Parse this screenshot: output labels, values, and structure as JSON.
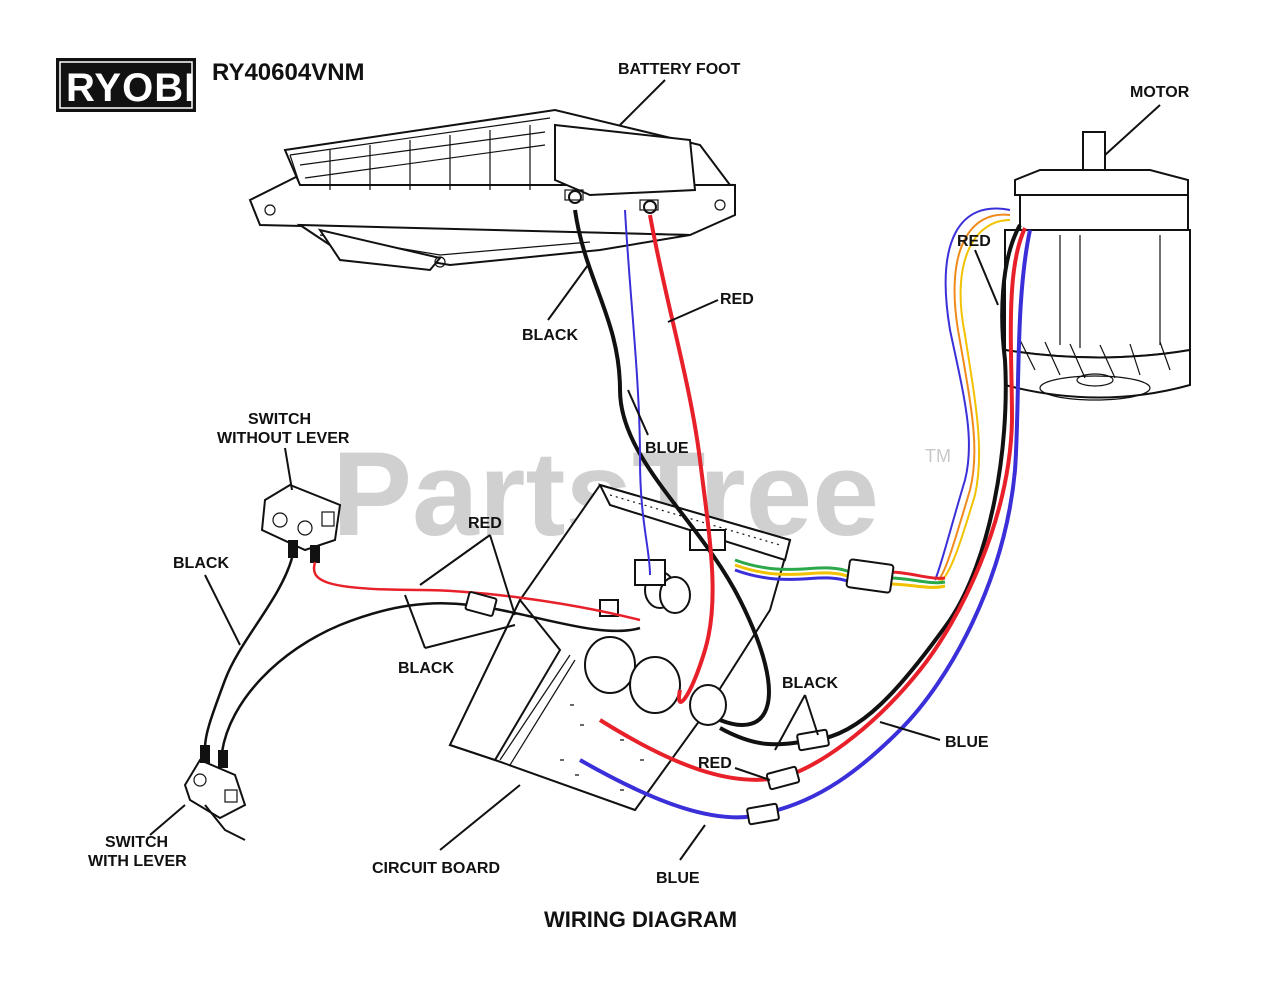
{
  "brand": {
    "logo_text": "RYOBI",
    "model": "RY40604VNM"
  },
  "watermark": {
    "text": "PartsTree",
    "tm": "TM"
  },
  "diagram": {
    "title": "WIRING DIAGRAM",
    "parts": {
      "battery_foot": "BATTERY FOOT",
      "motor": "MOTOR",
      "switch_without_lever_1": "SWITCH",
      "switch_without_lever_2": "WITHOUT LEVER",
      "switch_with_lever_1": "SWITCH",
      "switch_with_lever_2": "WITH LEVER",
      "circuit_board": "CIRCUIT BOARD"
    },
    "wire_labels": {
      "black_battery": "BLACK",
      "red_battery": "RED",
      "blue_battery": "BLUE",
      "red_motor": "RED",
      "black_switch": "BLACK",
      "red_switch": "RED",
      "black_switch_lower": "BLACK",
      "black_motor": "BLACK",
      "blue_motor": "BLUE",
      "red_board": "RED",
      "blue_board": "BLUE"
    },
    "wire_colors": {
      "black": "#111111",
      "red": "#e8202a",
      "blue": "#3a2fd8",
      "green": "#2aa84a",
      "yellow": "#f2c200",
      "orange": "#f08a1a"
    }
  }
}
